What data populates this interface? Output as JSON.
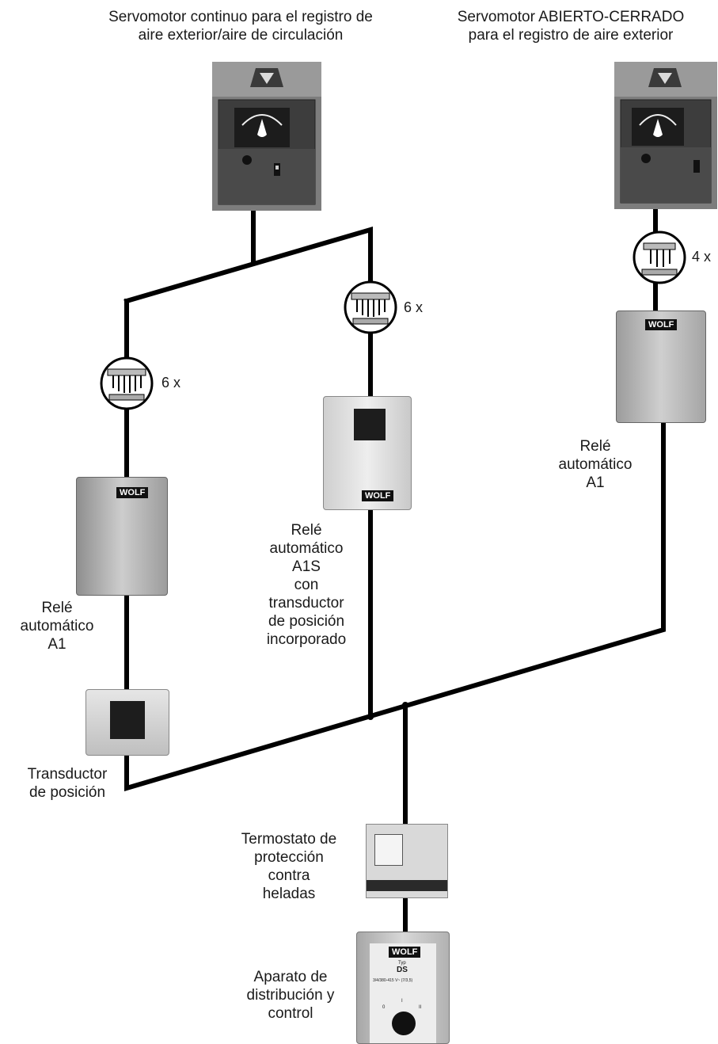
{
  "labels": {
    "servo_continuous": "Servomotor continuo para el registro de\naire exterior/aire de circulación",
    "servo_open_close": "Servomotor ABIERTO-CERRADO\npara el registro de aire exterior",
    "relay_left": "Relé\nautomático\nA1",
    "relay_center": "Relé\nautomático\nA1S\ncon\ntransductor\nde posición\nincorporado",
    "relay_right": "Relé\nautomático\nA1",
    "position_transducer": "Transductor\nde posición",
    "frost_thermostat": "Termostato de\nprotección\ncontra\nheladas",
    "control_unit": "Aparato de\ndistribución y\ncontrol"
  },
  "connectors": {
    "left": "6 x",
    "center": "6 x",
    "right": "4 x"
  },
  "brand": "WOLF",
  "device_text": {
    "ds_model": "DS",
    "ds_small": "Typ",
    "ds_spec": "3/4/380-415 V~ (7/3,5)",
    "switch_0": "0",
    "switch_1": "I",
    "switch_2": "II"
  }
}
